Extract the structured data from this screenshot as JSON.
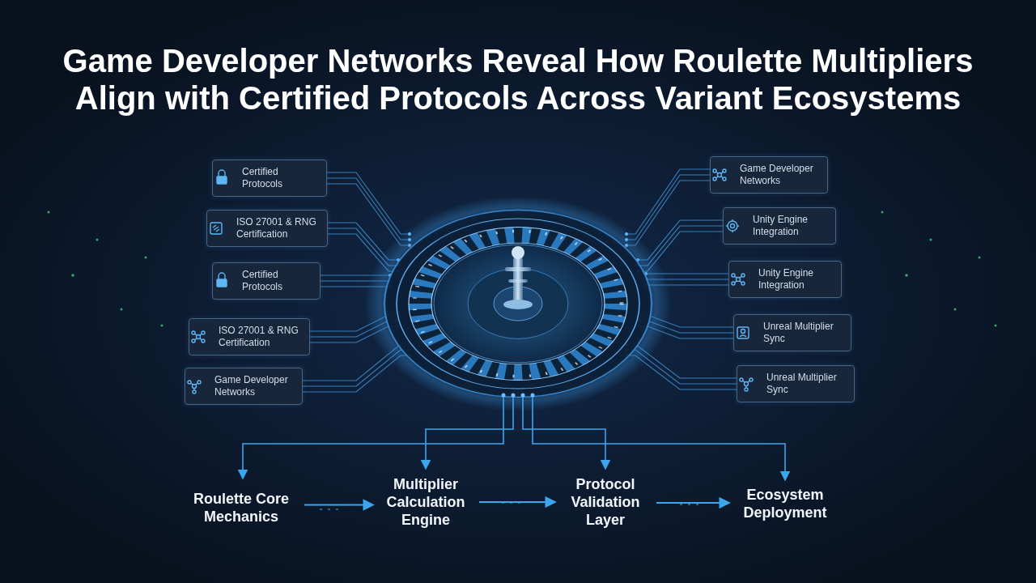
{
  "diagram": {
    "title": "Game Developer Networks Reveal How Roulette Multipliers Align with Certified Protocols Across Variant Ecosystems",
    "nodes": [
      {
        "text": [
          "Certified Protocols"
        ]
      },
      {
        "text": [
          "ISO 27001 & RNG Certification"
        ]
      },
      {
        "text": [
          "Certified Protocols"
        ]
      },
      {
        "text": [
          "ISO 27001 & RNG Certification"
        ]
      },
      {
        "text": [
          "Game Developer Networks"
        ]
      },
      {
        "text": [
          "Game Developer Networks"
        ]
      },
      {
        "text": [
          "Unity Engine Integration"
        ]
      },
      {
        "text": [
          "Unity Engine Integration"
        ]
      },
      {
        "text": [
          "Unreal Multiplier Sync"
        ]
      },
      {
        "text": [
          "Unreal Multiplier Sync"
        ]
      },
      {
        "text": [
          "Roulette Core Mechanics"
        ]
      },
      {
        "text": [
          "Multiplier Calculation Engine"
        ]
      },
      {
        "text": [
          "Protocol Validation Layer"
        ]
      },
      {
        "text": [
          "Ecosystem Deployment"
        ]
      }
    ],
    "edges": [
      {
        "from": 10,
        "to": 11,
        "arrow": "to"
      },
      {
        "from": 11,
        "to": 12,
        "arrow": "to"
      },
      {
        "from": 12,
        "to": 13,
        "arrow": "to"
      }
    ]
  }
}
